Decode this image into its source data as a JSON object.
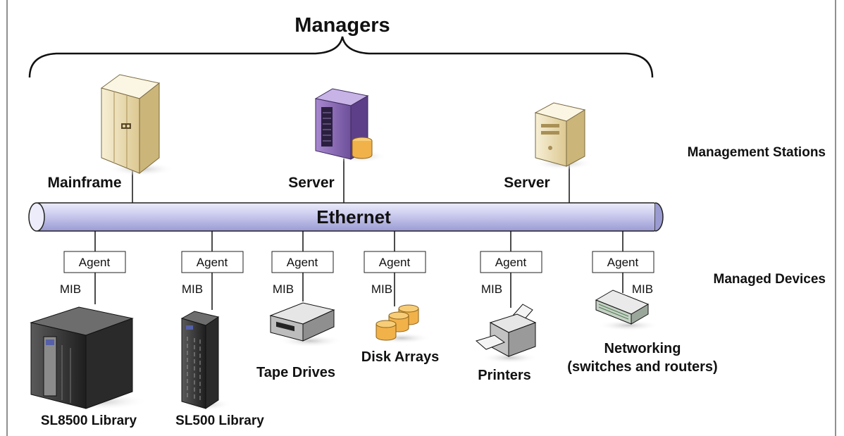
{
  "title": "Managers",
  "tiers": {
    "management_stations": "Management Stations",
    "managed_devices": "Managed Devices"
  },
  "network": {
    "label": "Ethernet"
  },
  "managers": [
    {
      "label": "Mainframe",
      "icon": "mainframe-icon"
    },
    {
      "label": "Server",
      "icon": "server-tower-icon"
    },
    {
      "label": "Server",
      "icon": "server-desktop-icon"
    }
  ],
  "devices": [
    {
      "agent": "Agent",
      "mib": "MIB",
      "label": "SL8500 Library",
      "icon": "library-icon"
    },
    {
      "agent": "Agent",
      "mib": "MIB",
      "label": "SL500 Library",
      "icon": "rack-library-icon"
    },
    {
      "agent": "Agent",
      "mib": "MIB",
      "label": "Tape Drives",
      "icon": "tape-drive-icon"
    },
    {
      "agent": "Agent",
      "mib": "MIB",
      "label": "Disk Arrays",
      "icon": "disk-array-icon"
    },
    {
      "agent": "Agent",
      "mib": "MIB",
      "label": "Printers",
      "icon": "printer-icon"
    },
    {
      "agent": "Agent",
      "mib": "MIB",
      "label": "Networking",
      "label2": "(switches and routers)",
      "icon": "network-switch-icon"
    }
  ],
  "colors": {
    "ethernet_fill": "#c9c9ee",
    "server_purple": "#8a6bb6",
    "beige": "#efe2bd",
    "disk_orange": "#f2b24a"
  }
}
